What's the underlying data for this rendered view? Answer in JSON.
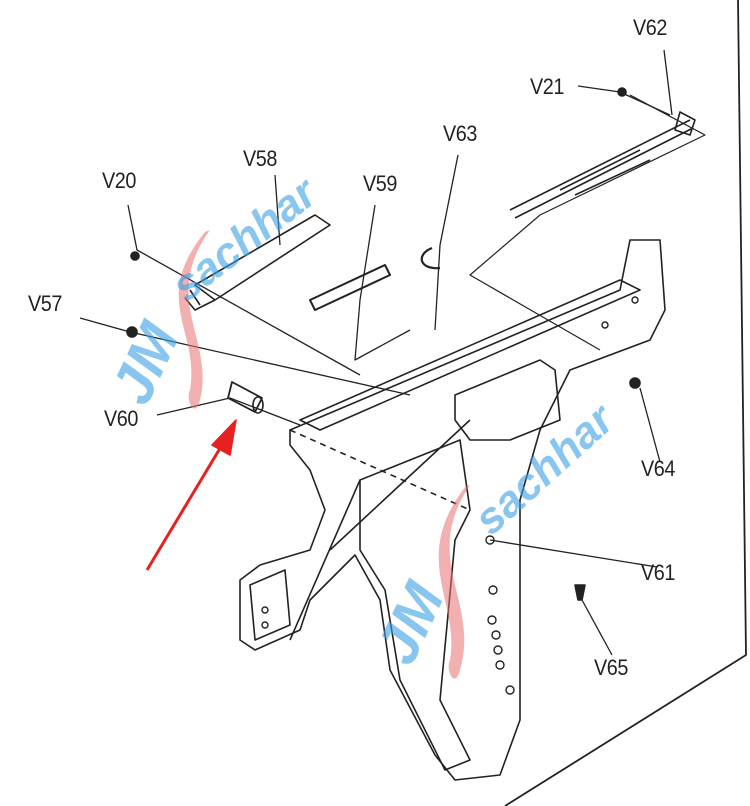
{
  "diagram": {
    "labels": {
      "v62": "V62",
      "v21": "V21",
      "v63": "V63",
      "v58": "V58",
      "v59": "V59",
      "v20": "V20",
      "v57": "V57",
      "v60": "V60",
      "v64": "V64",
      "v61": "V61",
      "v65": "V65"
    },
    "watermark": {
      "mark": "JM",
      "text": "sachhar"
    },
    "colors": {
      "line": "#222222",
      "arrow": "#e82020",
      "watermark_blue": "#3aa0e6",
      "watermark_red": "#e87070"
    }
  }
}
